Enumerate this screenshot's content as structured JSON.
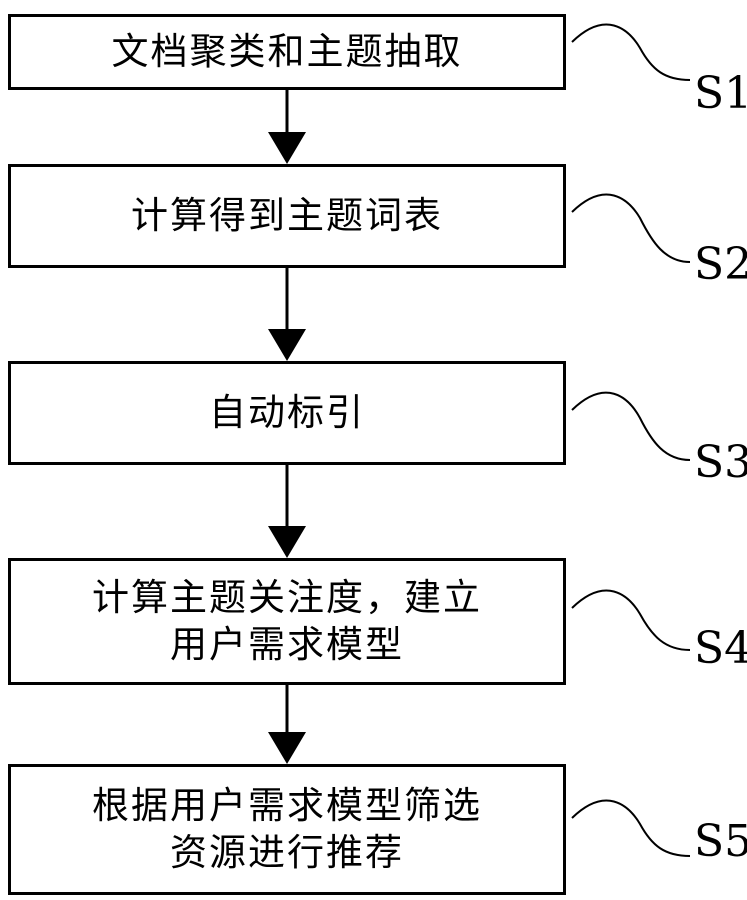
{
  "steps": [
    {
      "id": "s1",
      "text": "文档聚类和主题抽取",
      "label": "S1"
    },
    {
      "id": "s2",
      "text": "计算得到主题词表",
      "label": "S2"
    },
    {
      "id": "s3",
      "text": "自动标引",
      "label": "S3"
    },
    {
      "id": "s4",
      "text": "计算主题关注度，建立\n用户需求模型",
      "label": "S4"
    },
    {
      "id": "s5",
      "text": "根据用户需求模型筛选\n资源进行推荐",
      "label": "S5"
    }
  ],
  "colors": {
    "stroke": "#000000",
    "background": "#ffffff"
  }
}
